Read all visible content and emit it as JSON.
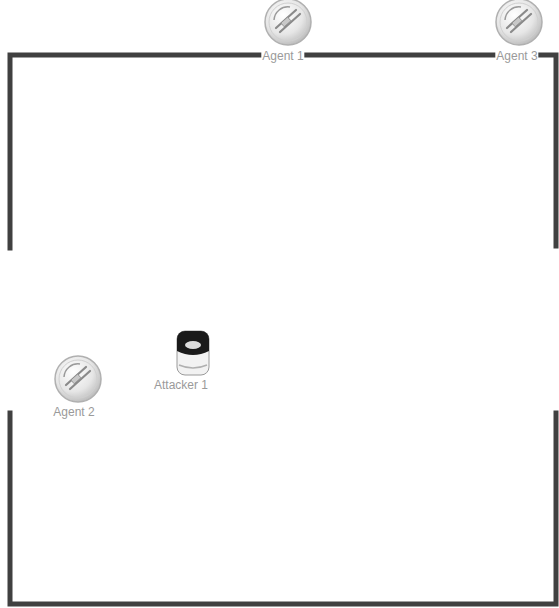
{
  "diagram": {
    "labels": [
      "Agent 1",
      "Agent 3",
      "Attacker 1",
      "Agent 2"
    ]
  }
}
